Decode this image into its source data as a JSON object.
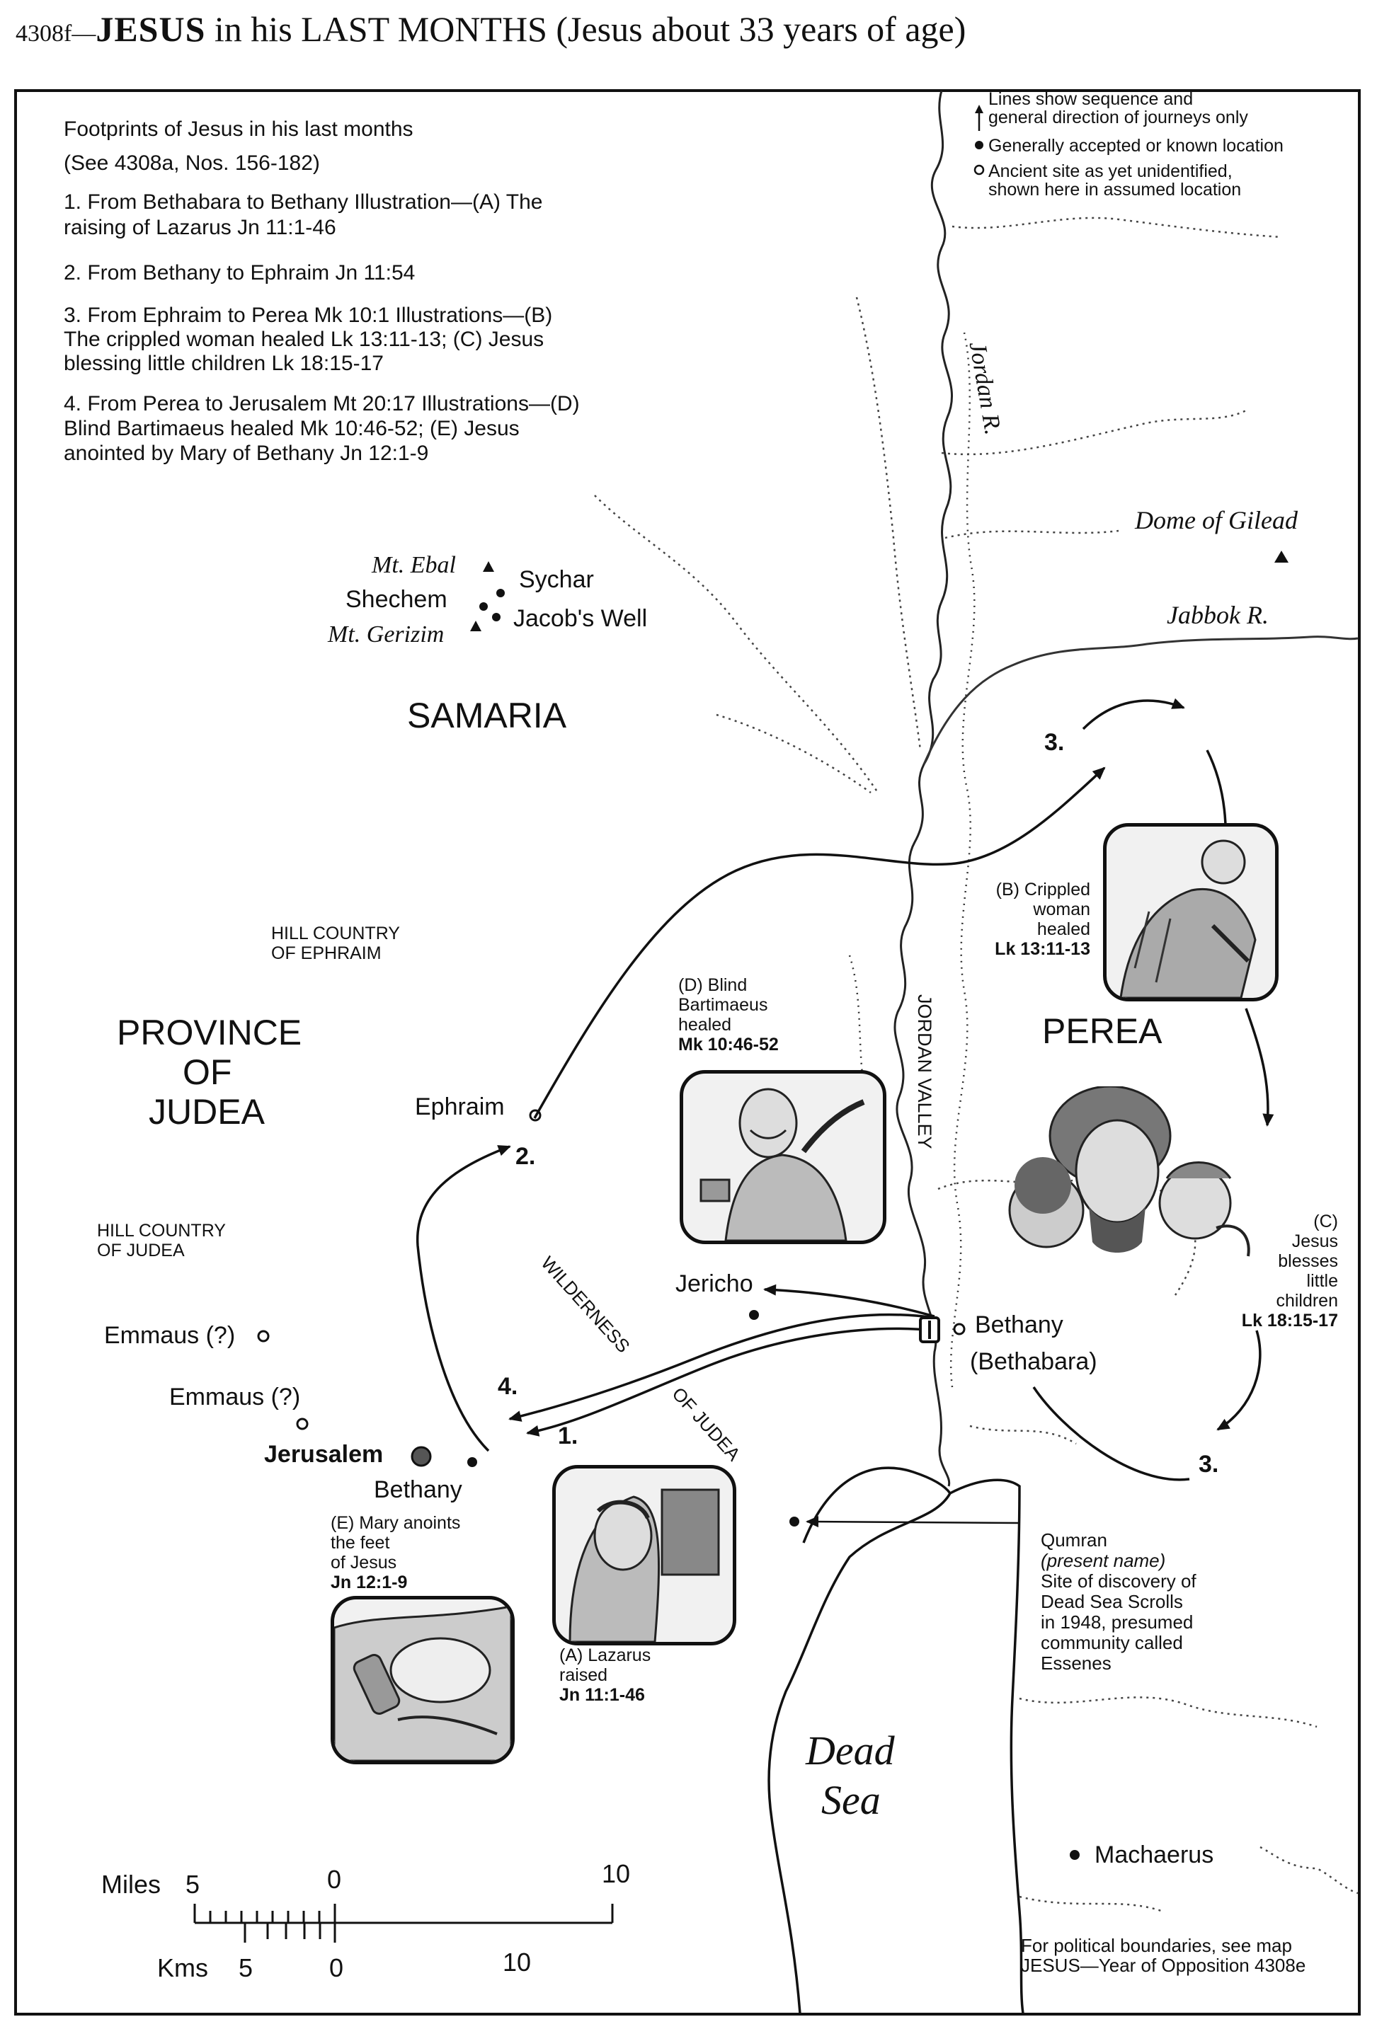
{
  "title": {
    "code": "4308f—",
    "main": "JESUS",
    "rest": " in his LAST MONTHS (Jesus about 33 years of age)"
  },
  "legend": {
    "heading": "Footprints of Jesus in his last months",
    "see": "(See 4308a, Nos. 156-182)",
    "items": [
      {
        "l1": "1. From Bethabara to Bethany Illustration—(A) The",
        "l2": "raising of Lazarus Jn 11:1-46"
      },
      {
        "l1": "2. From Bethany to Ephraim Jn 11:54"
      },
      {
        "l1": "3. From Ephraim to Perea Mk 10:1 Illustrations—(B)",
        "l2": "The crippled woman healed Lk 13:11-13; (C) Jesus",
        "l3": "blessing little children Lk 18:15-17"
      },
      {
        "l1": "4. From Perea to Jerusalem Mt 20:17 Illustrations—(D)",
        "l2": "Blind Bartimaeus healed Mk 10:46-52; (E) Jesus",
        "l3": "anointed by Mary of Bethany Jn 12:1-9"
      }
    ]
  },
  "key": {
    "lines_1": "Lines show sequence and",
    "lines_2": "general direction of journeys only",
    "known": "Generally accepted or known location",
    "unknown_1": "Ancient site as yet unidentified,",
    "unknown_2": "shown here in assumed location"
  },
  "places": {
    "mt_ebal": "Mt. Ebal",
    "sychar": "Sychar",
    "shechem": "Shechem",
    "jacobs_well": "Jacob's Well",
    "mt_gerizim": "Mt. Gerizim",
    "samaria": "SAMARIA",
    "hill_ephraim_1": "HILL COUNTRY",
    "hill_ephraim_2": "OF EPHRAIM",
    "province_1": "PROVINCE",
    "province_2": "OF",
    "province_3": "JUDEA",
    "ephraim": "Ephraim",
    "hill_judea_1": "HILL COUNTRY",
    "hill_judea_2": "OF JUDEA",
    "emmaus_1": "Emmaus (?)",
    "emmaus_2": "Emmaus (?)",
    "jerusalem": "Jerusalem",
    "bethany_w": "Bethany",
    "jericho": "Jericho",
    "wilderness": "WILDERNESS",
    "of_judea": "OF JUDEA",
    "bethany_e": "Bethany",
    "bethabara": "(Bethabara)",
    "perea": "PEREA",
    "jordan_valley": "JORDAN VALLEY",
    "jordan_r": "Jordan R.",
    "dome_gilead": "Dome of Gilead",
    "jabbok_r": "Jabbok R.",
    "dead": "Dead",
    "sea": "Sea",
    "machaerus": "Machaerus"
  },
  "route_numbers": {
    "r1": "1.",
    "r2": "2.",
    "r3a": "3.",
    "r3b": "3.",
    "r4": "4."
  },
  "captions": {
    "a": {
      "l1": "(A) Lazarus",
      "l2": "raised",
      "l3": "Jn 11:1-46"
    },
    "b": {
      "l1": "(B) Crippled",
      "l2": "woman",
      "l3": "healed",
      "l4": "Lk 13:11-13"
    },
    "c": {
      "l1": "(C)",
      "l2": "Jesus",
      "l3": "blesses",
      "l4": "little",
      "l5": "children",
      "l6": "Lk 18:15-17"
    },
    "d": {
      "l1": "(D) Blind",
      "l2": "Bartimaeus",
      "l3": "healed",
      "l4": "Mk 10:46-52"
    },
    "e": {
      "l1": "(E) Mary anoints",
      "l2": "the feet",
      "l3": "of Jesus",
      "l4": "Jn 12:1-9"
    }
  },
  "qumran": {
    "l1": "Qumran",
    "l2": "(present name)",
    "l3": "Site of discovery of",
    "l4": "Dead Sea Scrolls",
    "l5": "in 1948, presumed",
    "l6": "community called",
    "l7": "Essenes"
  },
  "scale": {
    "miles_label": "Miles",
    "miles_5": "5",
    "miles_0": "0",
    "miles_10": "10",
    "kms_label": "Kms",
    "kms_5": "5",
    "kms_0": "0",
    "kms_10": "10"
  },
  "note": {
    "l1": "For political boundaries, see map",
    "l2": "JESUS—Year of Opposition 4308e"
  }
}
